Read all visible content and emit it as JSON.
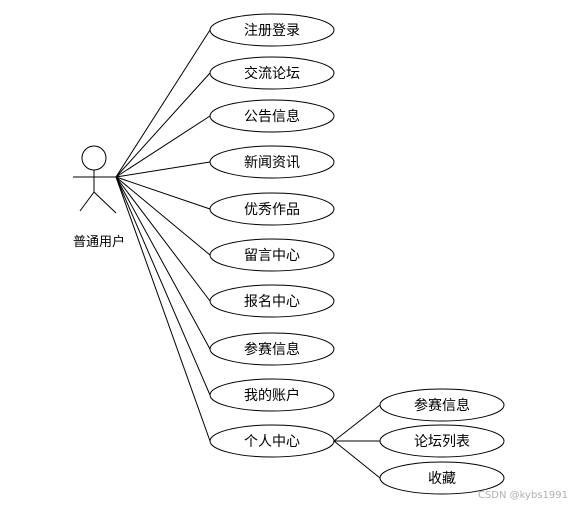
{
  "actor": {
    "label": "普通用户"
  },
  "use_cases": [
    {
      "id": "uc-register",
      "label": "注册登录"
    },
    {
      "id": "uc-forum",
      "label": "交流论坛"
    },
    {
      "id": "uc-notice",
      "label": "公告信息"
    },
    {
      "id": "uc-news",
      "label": "新闻资讯"
    },
    {
      "id": "uc-works",
      "label": "优秀作品"
    },
    {
      "id": "uc-message",
      "label": "留言中心"
    },
    {
      "id": "uc-signup",
      "label": "报名中心"
    },
    {
      "id": "uc-contest",
      "label": "参赛信息"
    },
    {
      "id": "uc-account",
      "label": "我的账户"
    },
    {
      "id": "uc-personal",
      "label": "个人中心"
    }
  ],
  "sub_use_cases": [
    {
      "id": "sub-contest",
      "label": "参赛信息"
    },
    {
      "id": "sub-forum-list",
      "label": "论坛列表"
    },
    {
      "id": "sub-favorites",
      "label": "收藏"
    }
  ],
  "watermark": "CSDN @kybs1991"
}
